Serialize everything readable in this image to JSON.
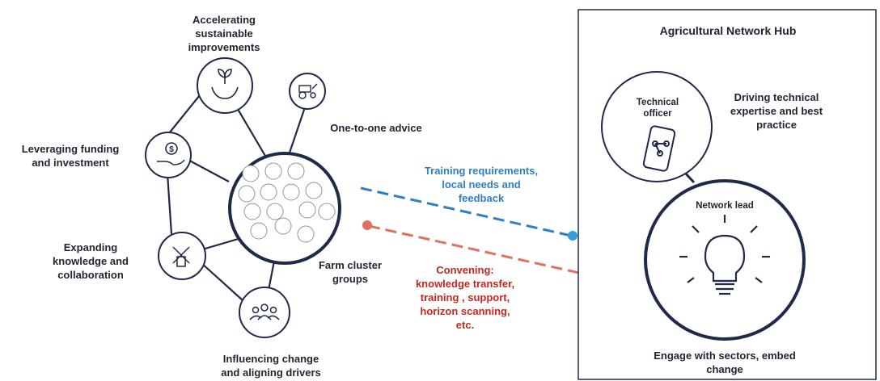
{
  "left_cluster": {
    "accelerating": "Accelerating\nsustainable\nimprovements",
    "one_to_one": "One-to-one advice",
    "leveraging": "Leveraging funding\nand investment",
    "expanding": "Expanding\nknowledge and\ncollaboration",
    "farm_cluster": "Farm cluster\ngroups",
    "influencing": "Influencing change\nand aligning drivers"
  },
  "flows": {
    "training": "Training requirements,\nlocal needs and\nfeedback",
    "convening": "Convening:\nknowledge transfer,\ntraining , support,\nhorizon scanning,\netc."
  },
  "hub": {
    "title": "Agricultural Network Hub",
    "technical_officer": "Technical\nofficer",
    "driving": "Driving technical\nexpertise and best\npractice",
    "network_lead": "Network lead",
    "engage": "Engage with sectors, embed\nchange"
  },
  "colors": {
    "navy": "#1e2a48",
    "blue_flow": "#2f7fc6",
    "red_flow": "#e0705f",
    "red_text": "#c8261f"
  },
  "icons": {
    "accelerating": "hands-plant-icon",
    "one_to_one": "tractor-icon",
    "leveraging": "hand-money-icon",
    "expanding": "hands-together-icon",
    "influencing": "people-group-icon",
    "technical_officer": "smartphone-network-icon",
    "network_lead": "lightbulb-icon",
    "farm_cluster": "tractor-icon"
  }
}
